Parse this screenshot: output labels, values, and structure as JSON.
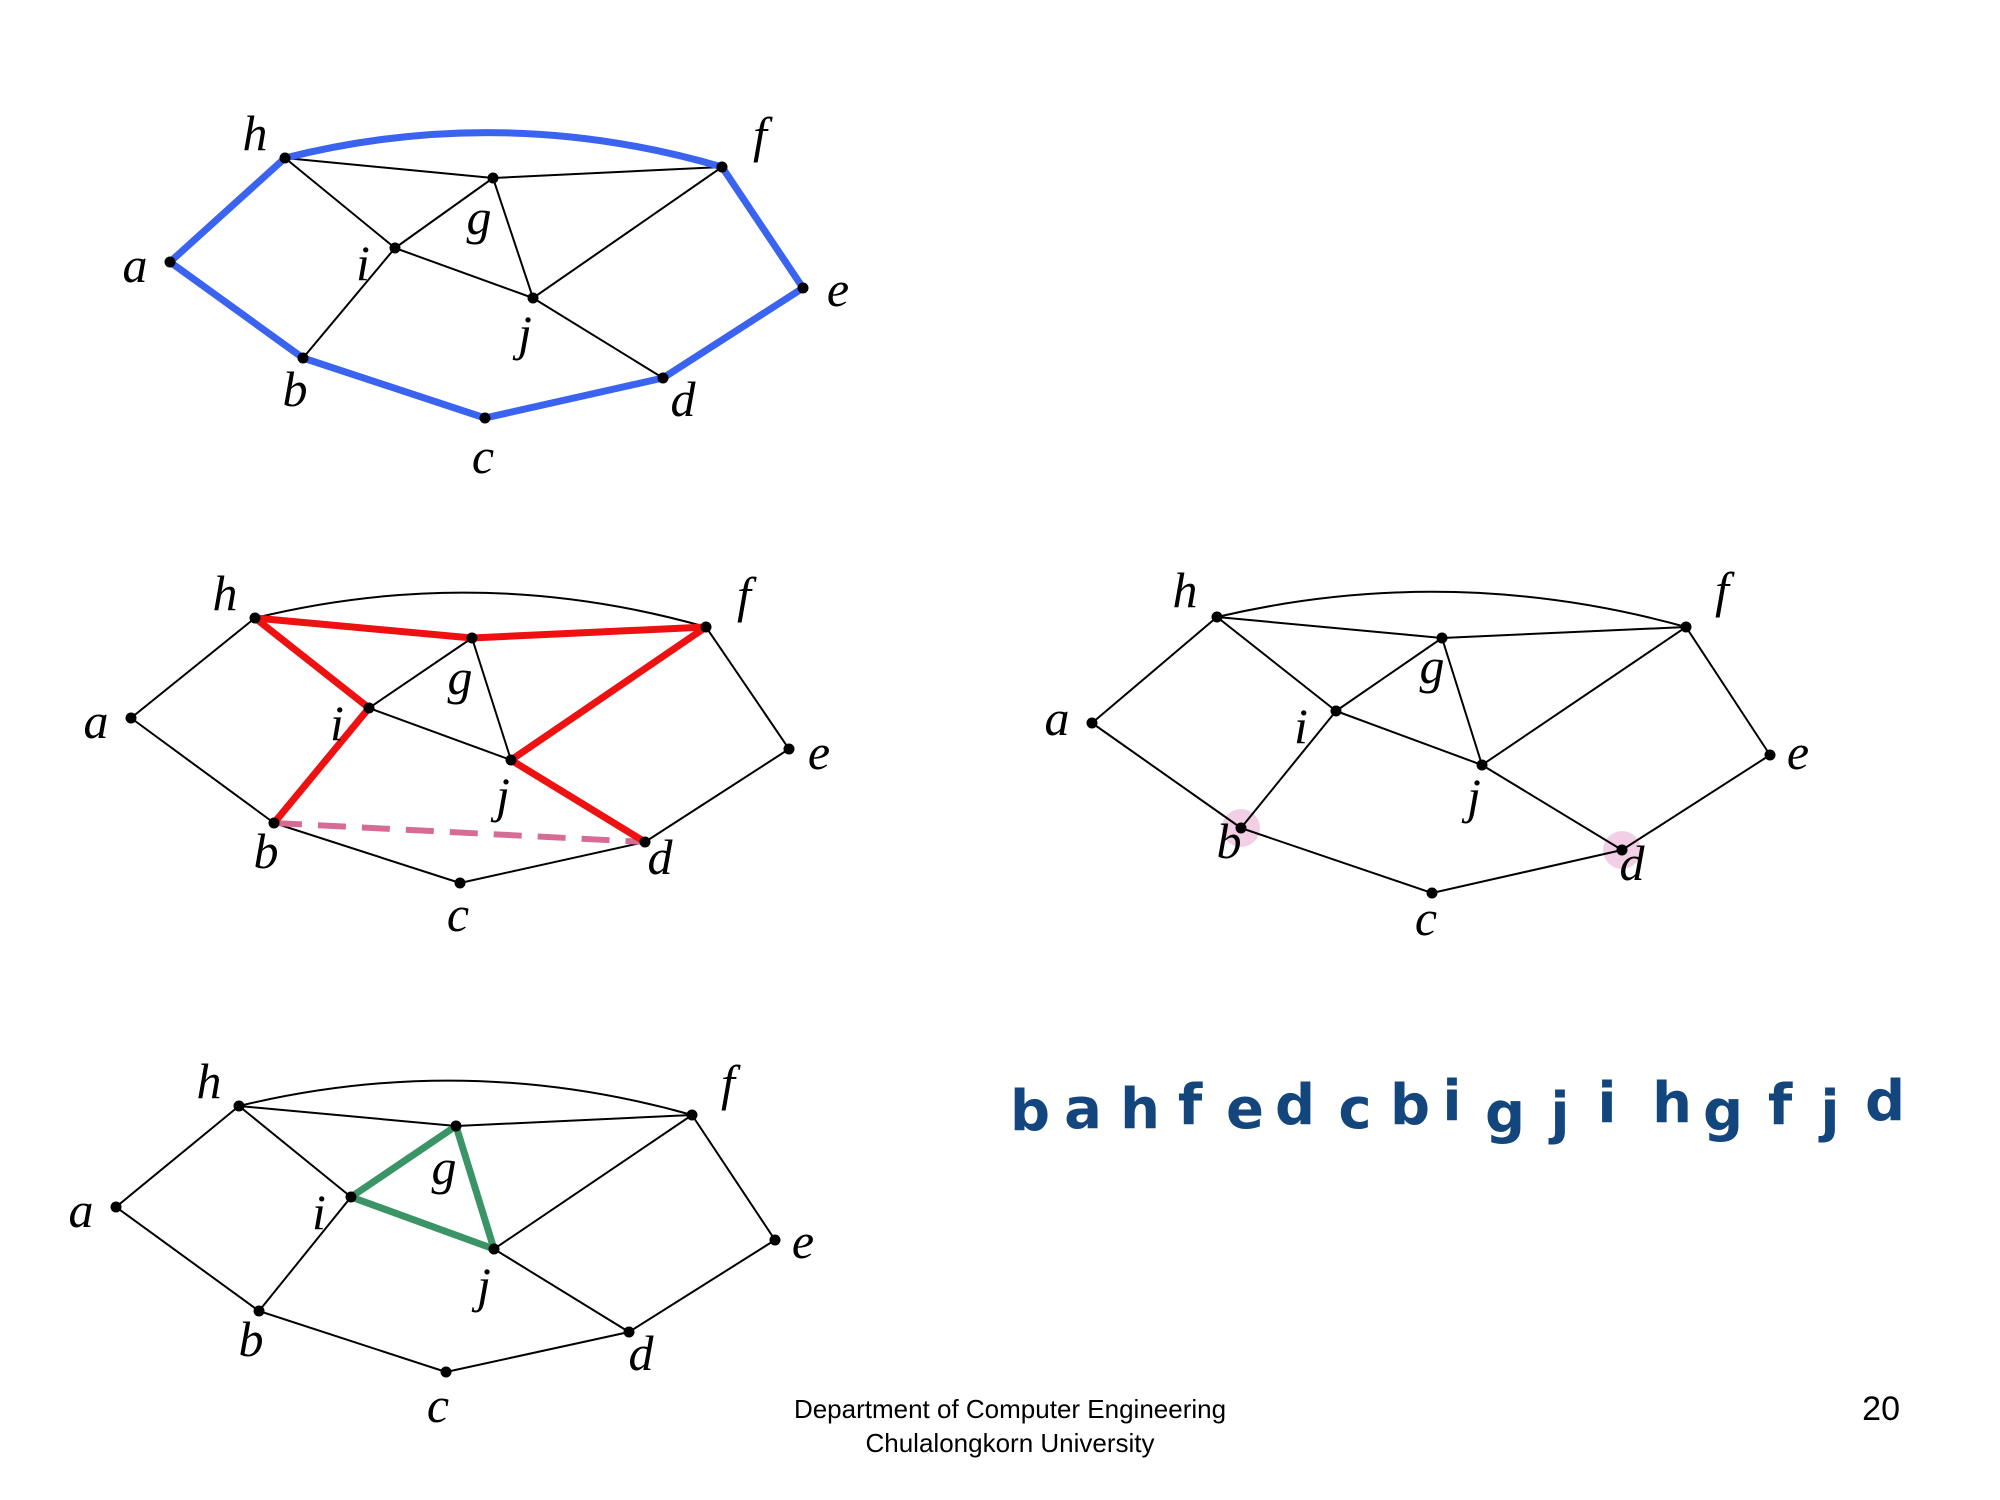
{
  "diagram": {
    "vertex_labels": [
      "a",
      "b",
      "c",
      "d",
      "e",
      "f",
      "g",
      "h",
      "i",
      "j"
    ],
    "edges": [
      [
        "a",
        "h"
      ],
      [
        "a",
        "b"
      ],
      [
        "h",
        "f"
      ],
      [
        "h",
        "g"
      ],
      [
        "h",
        "i"
      ],
      [
        "g",
        "f"
      ],
      [
        "g",
        "i"
      ],
      [
        "g",
        "j"
      ],
      [
        "i",
        "j"
      ],
      [
        "i",
        "b"
      ],
      [
        "f",
        "j"
      ],
      [
        "f",
        "e"
      ],
      [
        "j",
        "d"
      ],
      [
        "e",
        "d"
      ],
      [
        "b",
        "c"
      ],
      [
        "c",
        "d"
      ]
    ],
    "panels": [
      {
        "id": "top-left",
        "highlight_edges": [
          [
            "a",
            "h"
          ],
          [
            "h",
            "f"
          ],
          [
            "f",
            "e"
          ],
          [
            "e",
            "d"
          ],
          [
            "d",
            "c"
          ],
          [
            "c",
            "b"
          ],
          [
            "b",
            "a"
          ]
        ],
        "highlight_color": "#3a63f0"
      },
      {
        "id": "middle-left",
        "highlight_edges": [
          [
            "b",
            "i"
          ],
          [
            "i",
            "h"
          ],
          [
            "h",
            "g"
          ],
          [
            "g",
            "f"
          ],
          [
            "f",
            "j"
          ],
          [
            "j",
            "d"
          ]
        ],
        "highlight_color": "#ee1111",
        "dashed_edge": [
          "b",
          "d"
        ],
        "dashed_color": "#d66c95"
      },
      {
        "id": "middle-right",
        "marked_vertices": [
          "b",
          "d"
        ],
        "mark_color": "#f3cfe6"
      },
      {
        "id": "bottom-left",
        "highlight_edges": [
          [
            "i",
            "g"
          ],
          [
            "g",
            "j"
          ],
          [
            "j",
            "i"
          ]
        ],
        "highlight_color": "#3a9466"
      }
    ]
  },
  "sequence": [
    "b",
    "a",
    "h",
    "f",
    "e",
    "d",
    "c",
    "b",
    "i",
    "g",
    "j",
    "i",
    "h",
    "g",
    "f",
    "j",
    "d"
  ],
  "footer": {
    "line1": "Department of Computer Engineering",
    "line2": "Chulalongkorn University",
    "page_number": "20"
  }
}
